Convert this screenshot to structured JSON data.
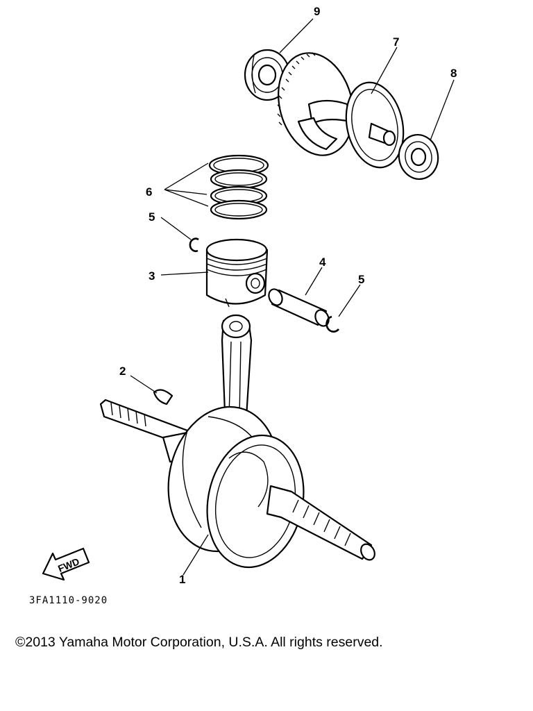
{
  "callouts": {
    "c1": "1",
    "c2": "2",
    "c3": "3",
    "c4": "4",
    "c5a": "5",
    "c5b": "5",
    "c6": "6",
    "c7": "7",
    "c8": "8",
    "c9": "9"
  },
  "fwd_label": "FWD",
  "figure_code": "3FA1110-9020",
  "copyright": "©2013 Yamaha Motor Corporation, U.S.A. All rights reserved."
}
